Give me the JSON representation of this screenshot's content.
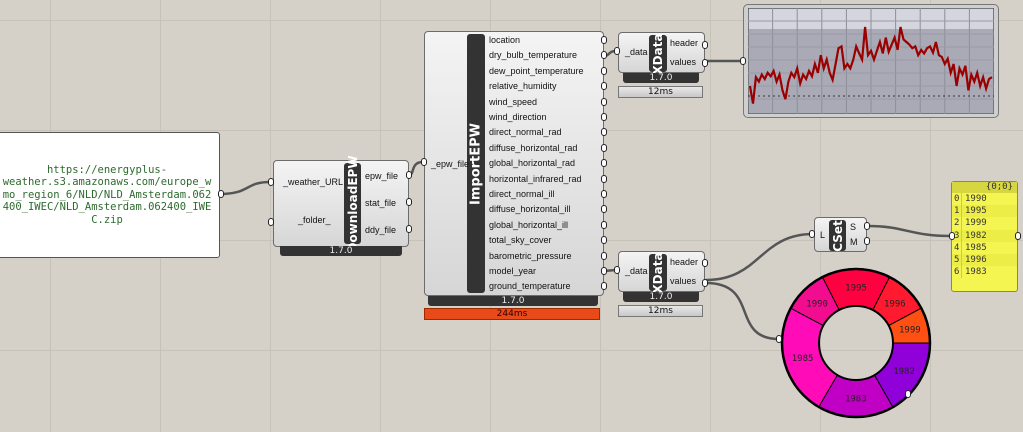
{
  "panel": {
    "text": "https://energyplus-weather.s3.amazonaws.com/europe_wmo_region_6/NLD/NLD_Amsterdam.062400_IWEC/NLD_Amsterdam.062400_IWEC.zip",
    "lines": [
      "https://energyplus-",
      "weather.s3.amazonaws.com/europe_w",
      "mo_region_6/NLD/NLD_Amsterdam.062",
      "400_IWEC/NLD_Amsterdam.062400_IWE",
      "C.zip"
    ]
  },
  "download": {
    "name": "DownloadEPW",
    "inputs": [
      "_weather_URL",
      "_folder_"
    ],
    "outputs": [
      "epw_file",
      "stat_file",
      "ddy_file"
    ],
    "version": "1.7.0"
  },
  "import": {
    "name": "ImportEPW",
    "input": "_epw_file",
    "outputs": [
      "location",
      "dry_bulb_temperature",
      "dew_point_temperature",
      "relative_humidity",
      "wind_speed",
      "wind_direction",
      "direct_normal_rad",
      "diffuse_horizontal_rad",
      "global_horizontal_rad",
      "horizontal_infrared_rad",
      "direct_normal_ill",
      "diffuse_horizontal_ill",
      "global_horizontal_ill",
      "total_sky_cover",
      "barometric_pressure",
      "model_year",
      "ground_temperature"
    ],
    "version": "1.7.0",
    "time": "244ms"
  },
  "xdata_top": {
    "name": "XData",
    "input": "_data",
    "outputs": [
      "header",
      "values"
    ],
    "version": "1.7.0",
    "time": "12ms"
  },
  "xdata_bottom": {
    "name": "XData",
    "input": "_data",
    "outputs": [
      "header",
      "values"
    ],
    "version": "1.7.0",
    "time": "12ms"
  },
  "cset": {
    "name": "CSet",
    "input": "L",
    "outputs": [
      "S",
      "M"
    ]
  },
  "list_panel": {
    "header": "{0;0}",
    "items": [
      {
        "i": "0",
        "v": "1990"
      },
      {
        "i": "1",
        "v": "1995"
      },
      {
        "i": "2",
        "v": "1999"
      },
      {
        "i": "3",
        "v": "1982"
      },
      {
        "i": "4",
        "v": "1985"
      },
      {
        "i": "5",
        "v": "1996"
      },
      {
        "i": "6",
        "v": "1983"
      }
    ]
  },
  "graph": {
    "line_color": "#9b0000",
    "values": [
      0.25,
      0.05,
      0.35,
      0.3,
      0.38,
      0.33,
      0.4,
      0.36,
      0.42,
      0.3,
      0.38,
      0.2,
      0.1,
      0.3,
      0.4,
      0.35,
      0.45,
      0.28,
      0.38,
      0.33,
      0.42,
      0.36,
      0.5,
      0.4,
      0.6,
      0.45,
      0.55,
      0.4,
      0.32,
      0.5,
      0.68,
      0.7,
      0.45,
      0.5,
      0.45,
      0.55,
      0.7,
      0.62,
      0.55,
      0.92,
      0.6,
      0.65,
      0.55,
      0.65,
      0.75,
      0.62,
      0.8,
      0.64,
      0.72,
      0.8,
      0.66,
      0.92,
      0.78,
      0.75,
      0.72,
      0.68,
      0.7,
      0.6,
      0.66,
      0.62,
      0.68,
      0.7,
      0.63,
      0.75,
      0.6,
      0.58,
      0.5,
      0.56,
      0.4,
      0.5,
      0.25,
      0.45,
      0.38,
      0.48,
      0.2,
      0.38,
      0.3,
      0.4,
      0.25,
      0.35,
      0.22,
      0.33,
      0.35
    ]
  },
  "donut": {
    "segments": [
      {
        "label": "1995",
        "share": 0.15,
        "color": "#ff0040"
      },
      {
        "label": "1996",
        "share": 0.097,
        "color": "#ff1a30"
      },
      {
        "label": "1999",
        "share": 0.078,
        "color": "#ff5014"
      },
      {
        "label": "1982",
        "share": 0.167,
        "color": "#9000d8"
      },
      {
        "label": "1983",
        "share": 0.167,
        "color": "#c000c4"
      },
      {
        "label": "1985",
        "share": 0.244,
        "color": "#ff0cb8"
      },
      {
        "label": "1990",
        "share": 0.097,
        "color": "#f20c90"
      }
    ]
  }
}
